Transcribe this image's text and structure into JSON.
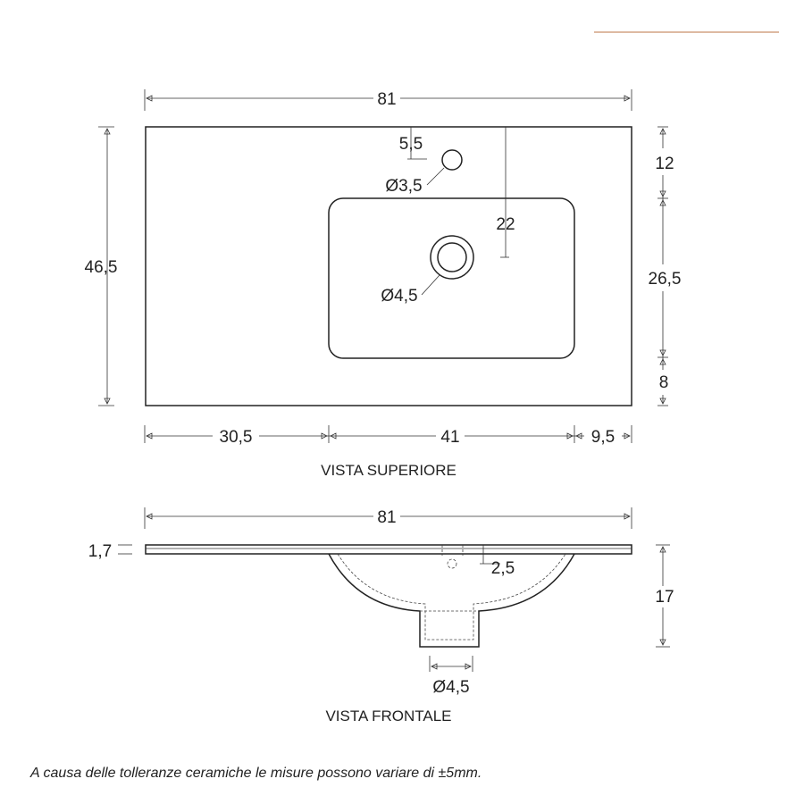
{
  "accent_color": "#d4a484",
  "top_view": {
    "title": "VISTA SUPERIORE",
    "width": "81",
    "depth": "46,5",
    "tap_offset": "5,5",
    "tap_hole": "Ø3,5",
    "drain_hole": "Ø4,5",
    "drain_depth": "22",
    "right_top": "12",
    "right_mid": "26,5",
    "right_bottom": "8",
    "bottom_left": "30,5",
    "bottom_mid": "41",
    "bottom_right": "9,5"
  },
  "front_view": {
    "title": "VISTA FRONTALE",
    "width": "81",
    "thickness": "1,7",
    "overflow": "2,5",
    "height": "17",
    "drain": "Ø4,5"
  },
  "note": "A causa delle tolleranze ceramiche le misure possono variare di ±5mm."
}
